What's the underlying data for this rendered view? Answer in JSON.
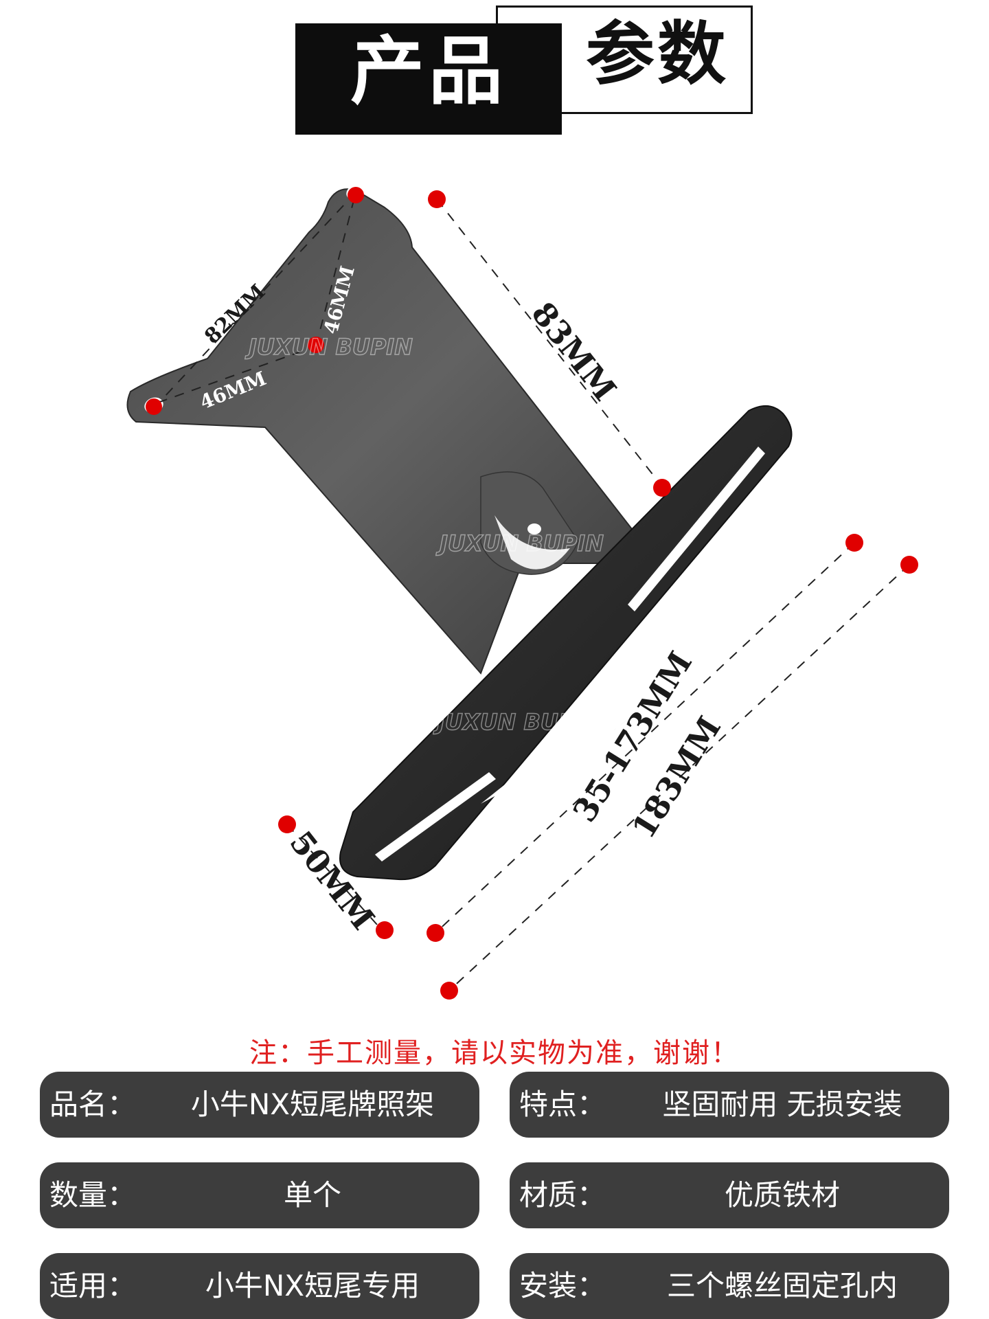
{
  "title": {
    "part_left": "产品",
    "part_right": "参数"
  },
  "dimensions": {
    "top_span": "82MM",
    "side_a": "46MM",
    "side_b": "46MM",
    "length": "83MM",
    "plate_width": "50MM",
    "plate_range": "35-173MM",
    "plate_length": "183MM"
  },
  "watermark": "JUXUN BUPIN",
  "note": "注：手工测量，请以实物为准，谢谢！",
  "specs": [
    {
      "key": "品名：",
      "value": "小牛NX短尾牌照架"
    },
    {
      "key": "特点：",
      "value": "坚固耐用  无损安装"
    },
    {
      "key": "数量：",
      "value": "单个"
    },
    {
      "key": "材质：",
      "value": "优质铁材"
    },
    {
      "key": "适用：",
      "value": "小牛NX短尾专用"
    },
    {
      "key": "安装：",
      "value": "三个螺丝固定孔内"
    }
  ],
  "colors": {
    "accent_red": "#e00000",
    "panel_gray": "#3d3d3d",
    "title_black": "#0d0d0d"
  }
}
